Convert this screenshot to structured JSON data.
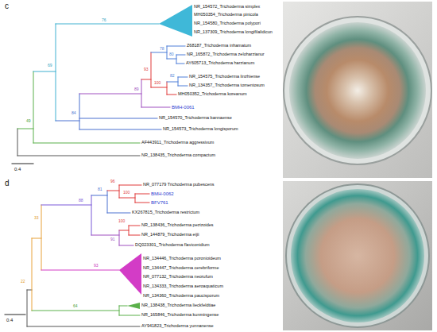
{
  "diagram": {
    "labels": [
      "c",
      "NR_154572_Trichoderma simplex",
      "MH050354_Trichoderma pinicola",
      "NR_154580_Trichoderma polypori",
      "NR_137309_Trichoderma longifilalidicun",
      "Z68187_Trichoderma inhamatum",
      "NR_165872_Trichoderma zeloharzianur",
      "AY605713_Trichoderma harzianum",
      "NR_154575_Trichoderma linzhiense",
      "NR_134357_Trichoderma tomentosum",
      "MH050352_Trichoderma koreanum",
      "BMH-0061",
      "NR_154570_Trichoderma bannaense",
      "NR_154573_Trichoderma longisporum",
      "AF443911_Trichoderma aggressivum",
      "NR_138435_Trichoderma compactum",
      "76",
      "78",
      "80",
      "82",
      "93",
      "100",
      "89",
      "84",
      "69",
      "49",
      "0.4",
      "d",
      "NR_077179 Trichoderma pubescens",
      "BMH-0062",
      "BFV761",
      "KX267815_Trichoderma restrictum",
      "NR_138436_Trichoderma pezizoides",
      "NR_144879_Trichoderma eijii",
      "DQ023301_Trichoderma flaviconidium",
      "NR_134446_Trichoderma poronioideum",
      "NR_134447_Trichoderma cerebriforme",
      "NR_077132_Trichoderma neorufum",
      "NR_134333_Trichoderma aeroaquaticum",
      "NR_134360_Trichoderma paucisporum",
      "NR_138438_Trichoderma lieckfeldtiae",
      "NR_165846_Trichoderma kunmingense",
      "AY941823_Trichoderma yunnanense",
      "96",
      "100",
      "81",
      "88",
      "100",
      "91",
      "93",
      "33",
      "22",
      "64",
      "0.4"
    ]
  }
}
